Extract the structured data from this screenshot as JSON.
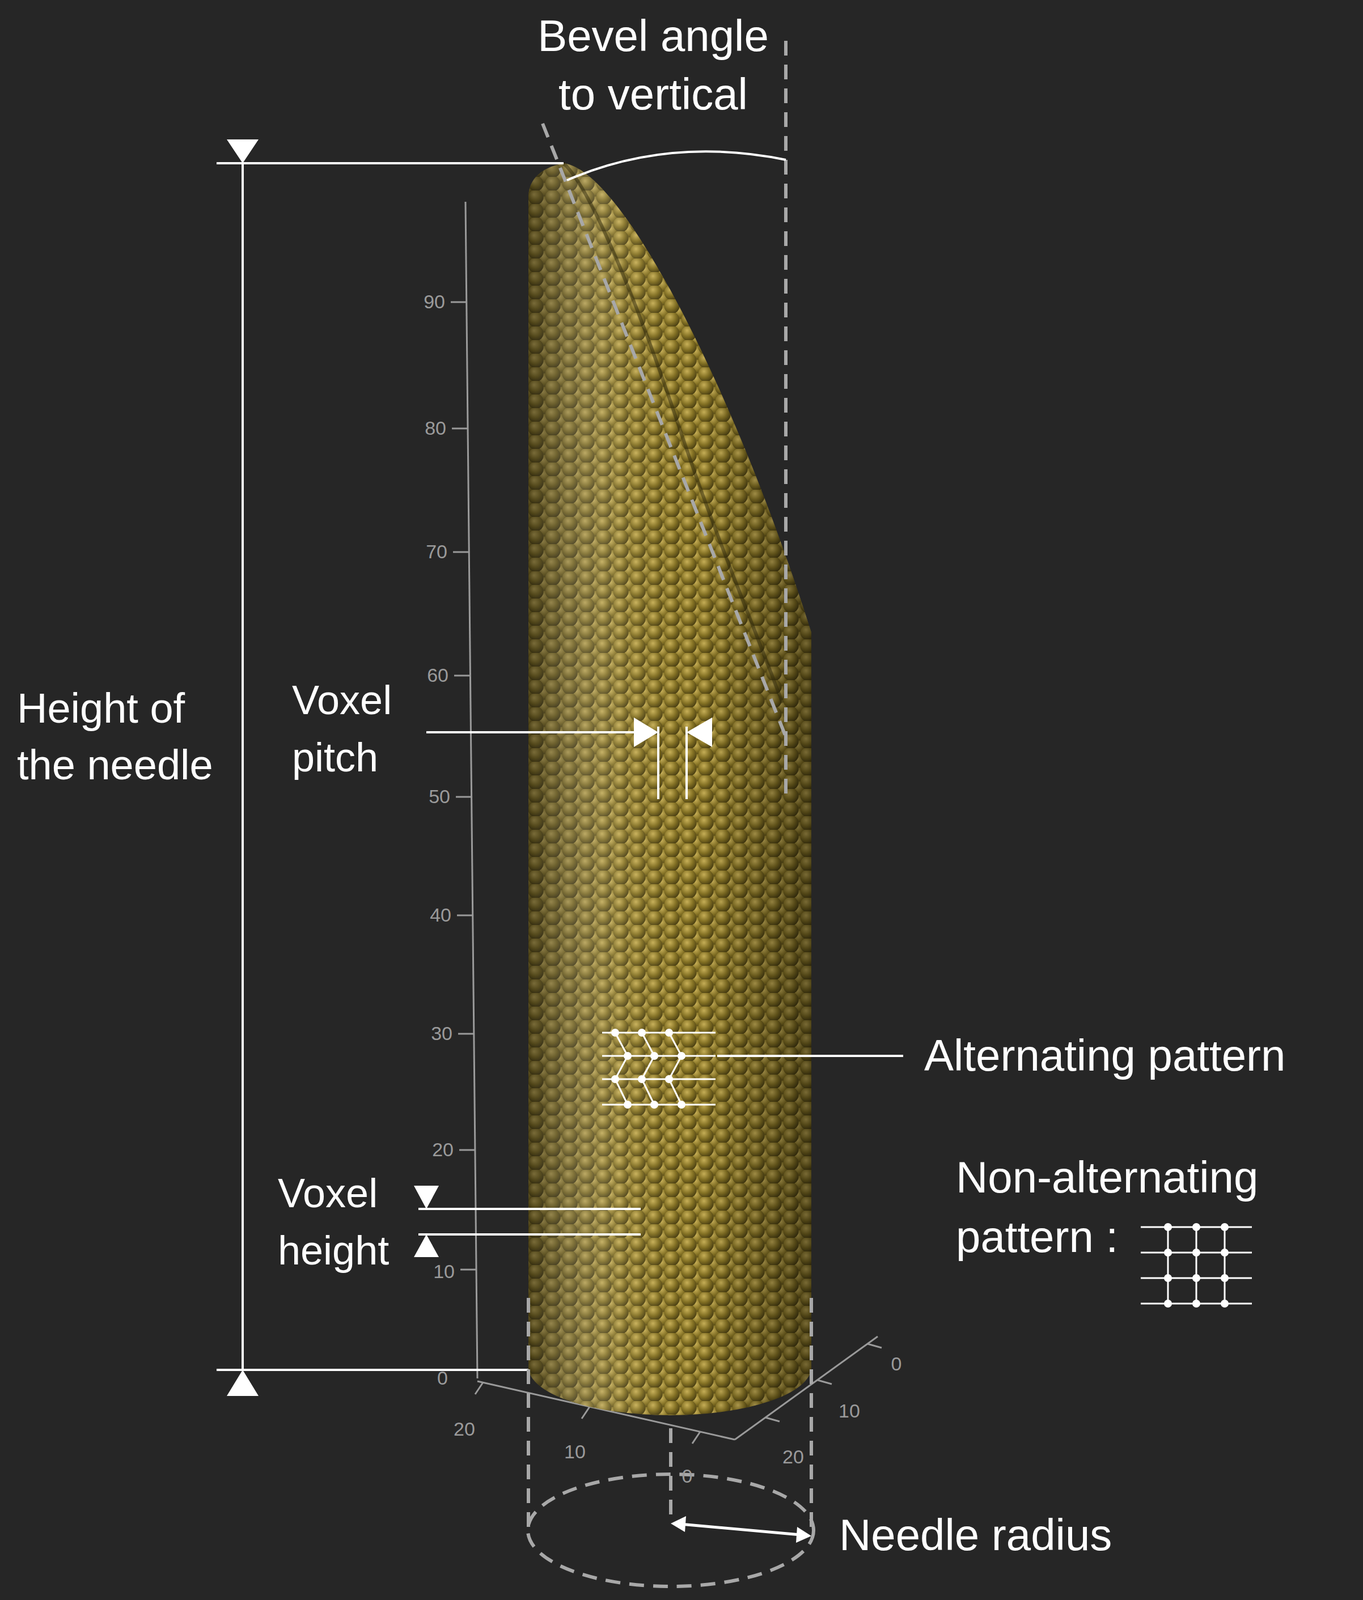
{
  "diagram": {
    "labels": [
      "Bevel angle to vertical",
      "Height of the needle",
      "Voxel pitch",
      "Alternating pattern",
      "Non-alternating pattern :",
      "Voxel height",
      "Needle radius",
      "90",
      "80",
      "70",
      "60",
      "50",
      "40",
      "30",
      "20",
      "10",
      "0",
      "20",
      "10",
      "0",
      "0",
      "10",
      "20"
    ]
  }
}
